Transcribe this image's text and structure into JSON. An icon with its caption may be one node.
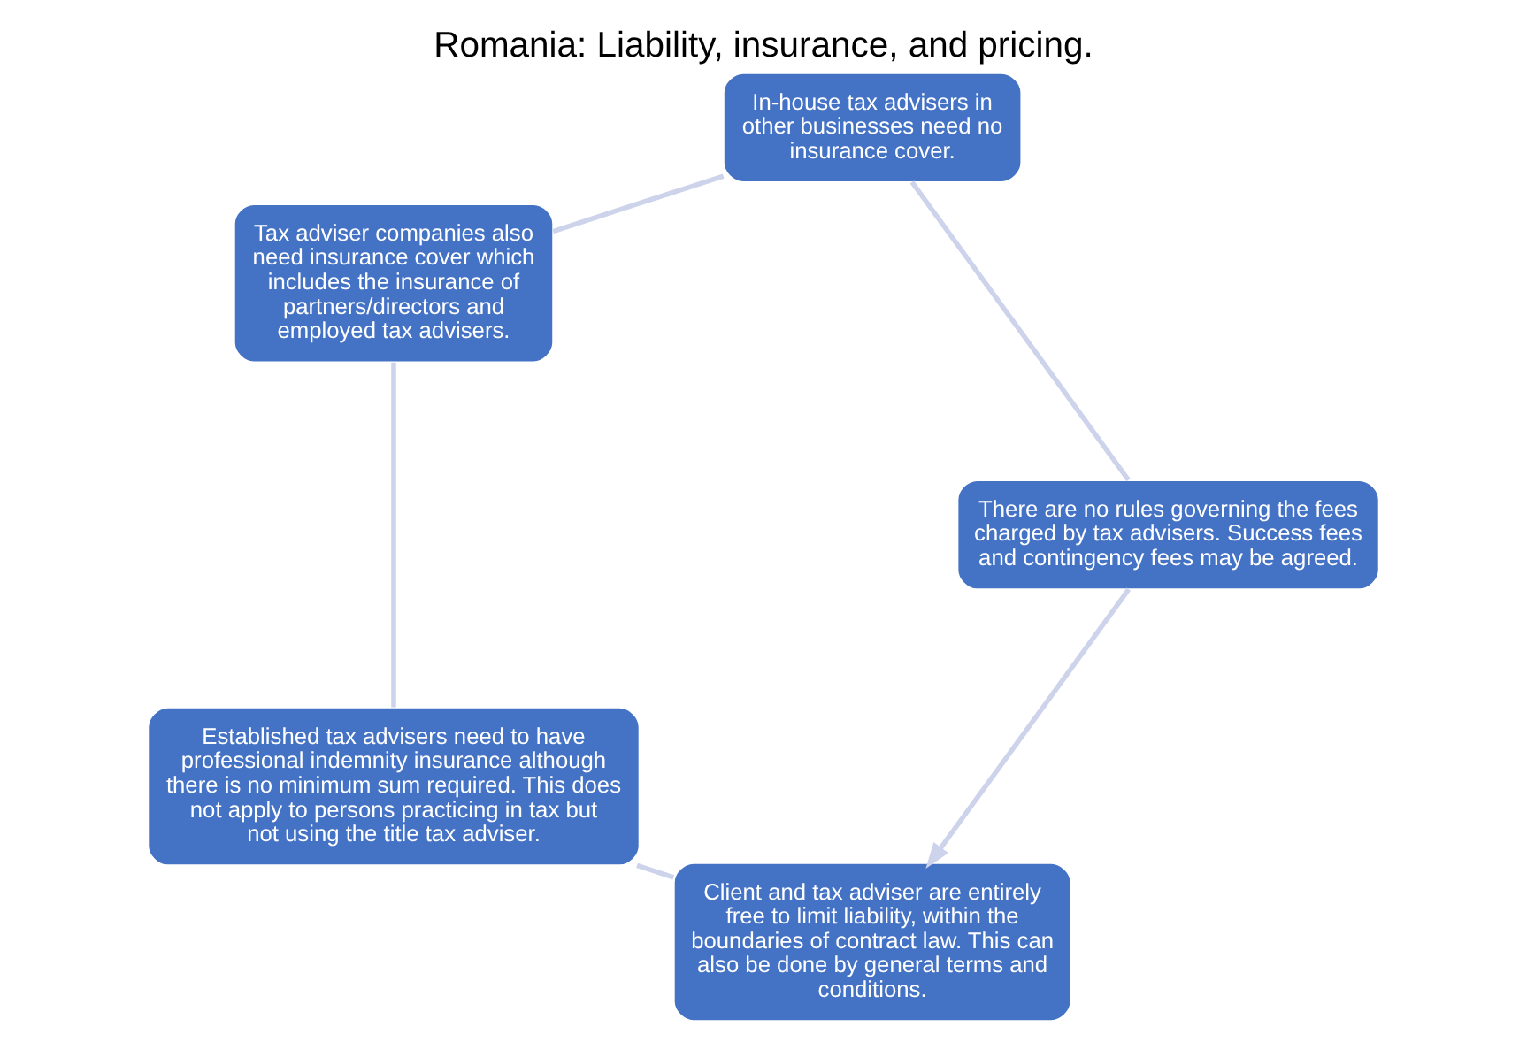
{
  "diagram": {
    "title": "Romania: Liability, insurance, and pricing.",
    "nodes": [
      {
        "text": [
          "Client and tax adviser are entirely free to limit liability, within the boundaries of contract law. This can also be done by general terms and conditions."
        ]
      },
      {
        "text": [
          "There are no rules governing the fees charged by tax advisers. Success fees and contingency fees may be agreed."
        ]
      },
      {
        "text": [
          "Established tax advisers need to have professional indemnity insurance although there is no minimum sum required. This does not apply to persons practicing in tax but not using the title tax adviser."
        ]
      },
      {
        "text": [
          "In-house tax advisers in other businesses need no insurance cover."
        ]
      },
      {
        "text": [
          "Tax adviser companies also need insurance cover which includes the insurance of partners/directors and employed tax advisers."
        ]
      }
    ],
    "edges": [
      {
        "from": 0,
        "to": 2,
        "arrow": "none"
      },
      {
        "from": 2,
        "to": 4,
        "arrow": "none"
      },
      {
        "from": 4,
        "to": 3,
        "arrow": "none"
      },
      {
        "from": 3,
        "to": 1,
        "arrow": "none"
      },
      {
        "from": 1,
        "to": 0,
        "arrow": "to"
      }
    ]
  }
}
